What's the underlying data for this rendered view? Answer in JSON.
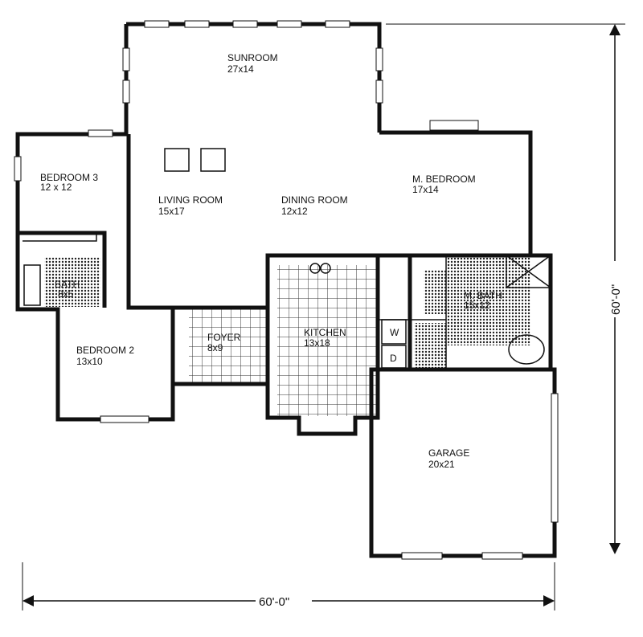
{
  "rooms": {
    "sunroom": {
      "name": "SUNROOM",
      "size": "27x14"
    },
    "living_room": {
      "name": "LIVING ROOM",
      "size": "15x17"
    },
    "dining_room": {
      "name": "DINING ROOM",
      "size": "12x12"
    },
    "bedroom3": {
      "name": "BEDROOM 3",
      "size": "12 x 12"
    },
    "bath": {
      "name": "BATH",
      "size": "8x5"
    },
    "master_bedroom": {
      "name": "M. BEDROOM",
      "size": "17x14"
    },
    "master_bath": {
      "name": "M. BATH",
      "size": "15x12"
    },
    "foyer": {
      "name": "FOYER",
      "size": "8x9"
    },
    "kitchen": {
      "name": "KITCHEN",
      "size": "13x18"
    },
    "bedroom2": {
      "name": "BEDROOM 2",
      "size": "13x10"
    },
    "garage": {
      "name": "GARAGE",
      "size": "20x21"
    },
    "washer": {
      "name": "W"
    },
    "dryer": {
      "name": "D"
    }
  },
  "dimensions": {
    "width": "60'-0\"",
    "depth": "60'-0\""
  }
}
